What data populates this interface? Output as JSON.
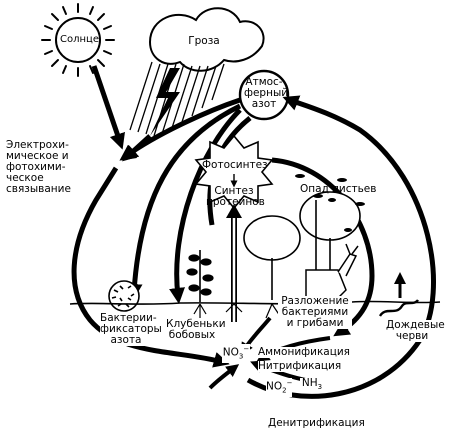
{
  "diagram": {
    "sun": "Солнце",
    "storm": "Гроза",
    "atmospheric_nitrogen": [
      "Атмос-",
      "ферный",
      "азот"
    ],
    "fixation": [
      "Электрохи-",
      "мическое и",
      "фотохими-",
      "ческое",
      "связывание"
    ],
    "photosynthesis": "Фотосинтез",
    "protein_synthesis": [
      "Синтез",
      "протеинов"
    ],
    "leaf_fall": "Опад листьев",
    "nitrogen_fixers": [
      "Бактерии-",
      "фиксаторы",
      "азота"
    ],
    "nodules": [
      "Клубеньки",
      "бобовых"
    ],
    "nitrate": "NO",
    "nitrate_sub": "3",
    "nitrate_sup": "−",
    "decomposition": [
      "Разложение",
      "бактериями",
      "и грибами"
    ],
    "earthworms": [
      "Дождевые",
      "черви"
    ],
    "ammonification": "Аммонификация",
    "nitrification": "Нитрификация",
    "nitrite": "NO",
    "nitrite_sub": "2",
    "nitrite_sup": "−",
    "ammonia": "NH",
    "ammonia_sub": "3",
    "denitrification": "Денитрификация"
  }
}
